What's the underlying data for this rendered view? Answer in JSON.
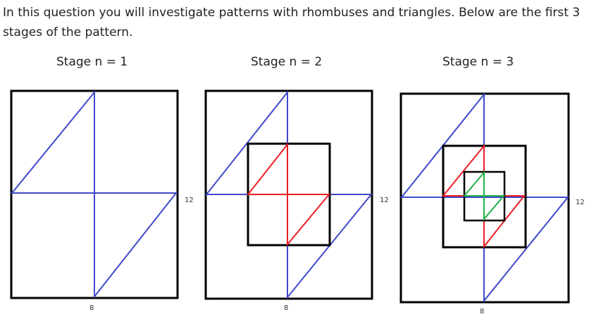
{
  "intro_text": "In this question you will investigate patterns with rhombuses and triangles. Below are the first 3 stages of the pattern.",
  "stages": [
    {
      "title": "Stage n = 1",
      "height_label": "12",
      "width_label": "8"
    },
    {
      "title": "Stage n = 2",
      "height_label": "12",
      "width_label": "8"
    },
    {
      "title": "Stage n = 3",
      "height_label": "12",
      "width_label": "8"
    }
  ],
  "colors": {
    "rect": "#000000",
    "rhombus1": "#3f48cc",
    "rhombus2": "#ed1c24",
    "rhombus3": "#22b14c"
  }
}
